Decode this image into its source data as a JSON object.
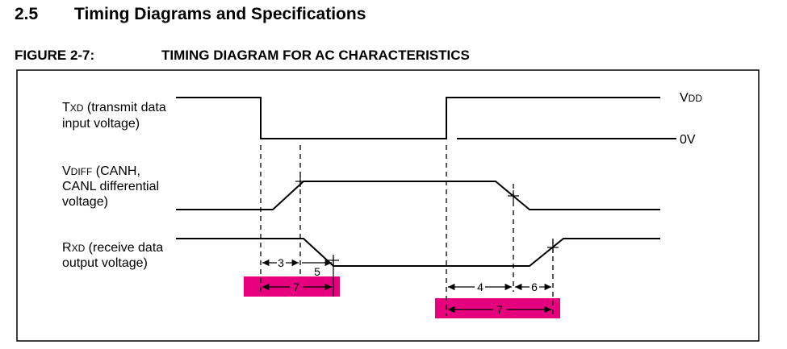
{
  "section": {
    "number": "2.5",
    "title": "Timing Diagrams and Specifications"
  },
  "figure": {
    "number": "FIGURE 2-7:",
    "title": "TIMING DIAGRAM FOR AC CHARACTERISTICS"
  },
  "signals": {
    "txd": {
      "name_main": "T",
      "name_sub": "XD",
      "line1_rest": " (transmit data",
      "line2": "input voltage)"
    },
    "vdiff": {
      "name_main": "V",
      "name_sub": "DIFF",
      "line1_rest": " (CANH,",
      "line2": "CANL differential",
      "line3": "voltage)"
    },
    "rxd": {
      "name_main": "R",
      "name_sub": "XD",
      "line1_rest": " (receive data",
      "line2": "output voltage)"
    }
  },
  "levels": {
    "vdd_main": "V",
    "vdd_sub": "DD",
    "zero": "0V"
  },
  "timing_labels": {
    "t3": "3",
    "t5": "5",
    "t7a": "7",
    "t4": "4",
    "t6": "6",
    "t7b": "7"
  },
  "highlight_color": "#e6007e"
}
